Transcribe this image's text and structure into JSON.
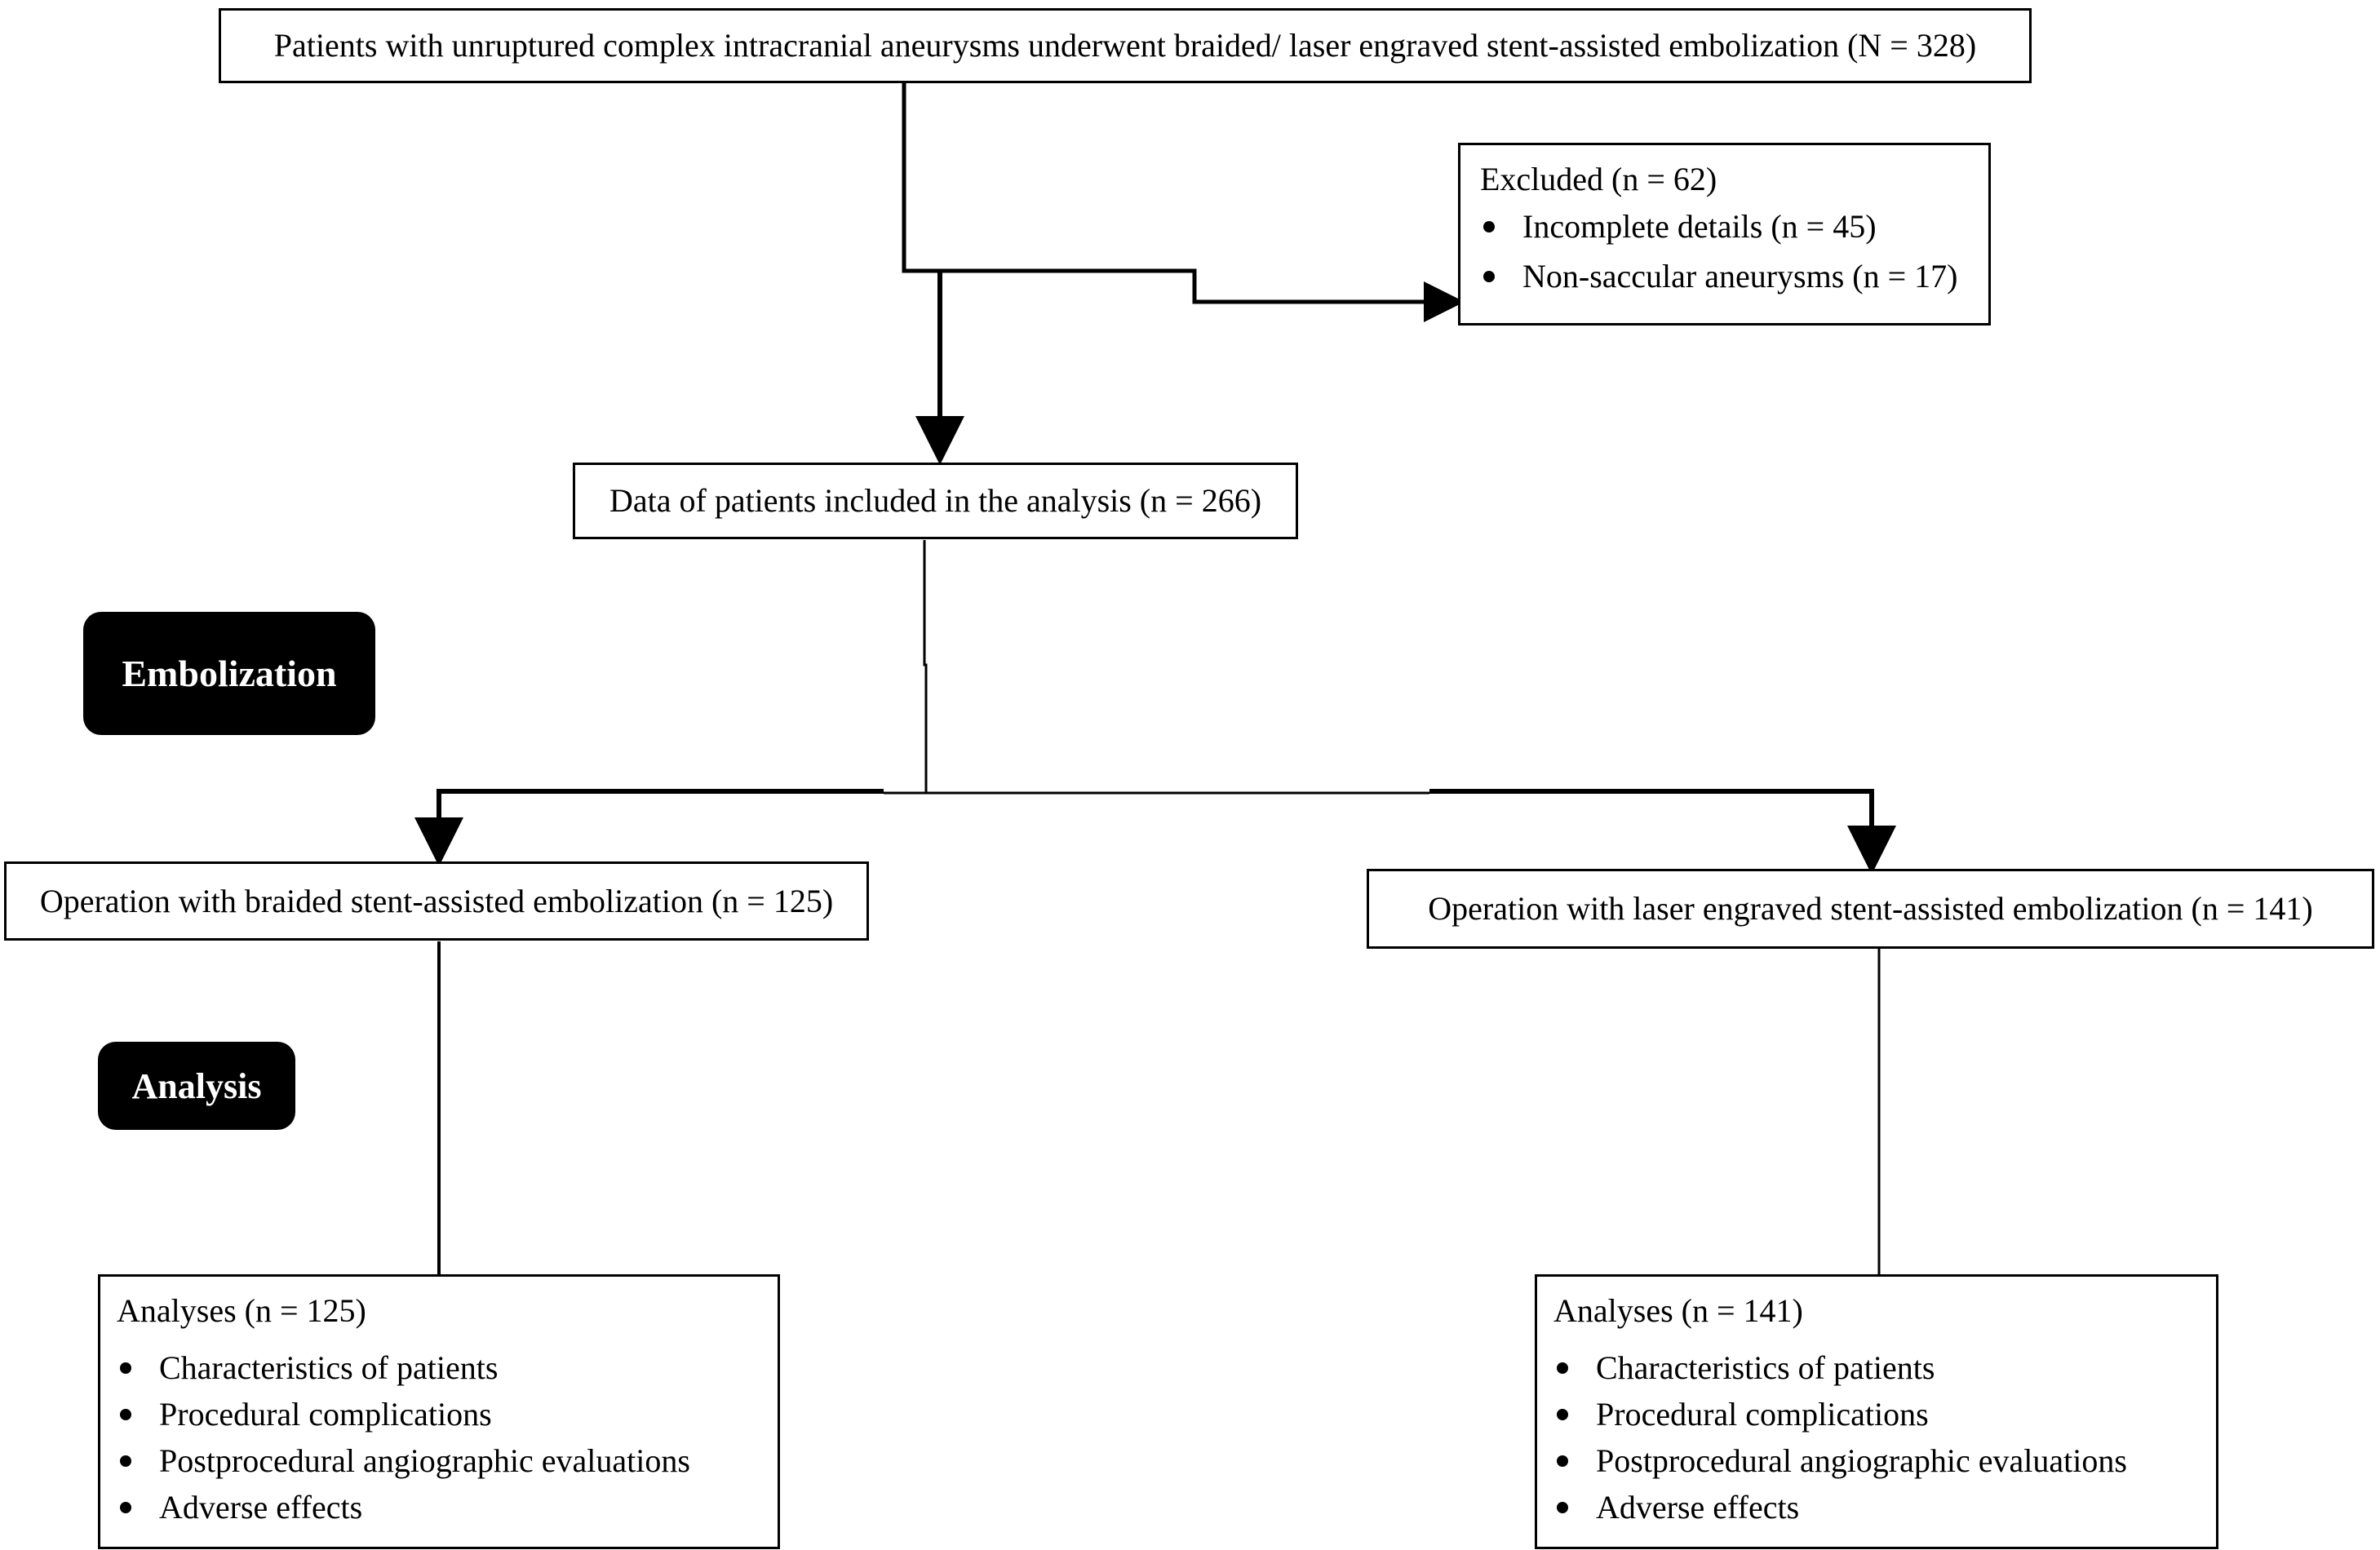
{
  "top": {
    "text": "Patients with unruptured complex intracranial aneurysms underwent braided/ laser engraved stent-assisted embolization (N = 328)"
  },
  "excluded": {
    "title": "Excluded (n = 62)",
    "items": [
      "Incomplete details (n = 45)",
      "Non-saccular aneurysms (n = 17)"
    ]
  },
  "included": {
    "text": "Data of patients included in the analysis (n = 266)"
  },
  "labels": {
    "embolization": "Embolization",
    "analysis": "Analysis"
  },
  "braided": {
    "text": "Operation with braided stent-assisted embolization (n = 125)"
  },
  "laser": {
    "text": "Operation with laser engraved stent-assisted embolization (n = 141)"
  },
  "analyses_left": {
    "title": "Analyses (n = 125)",
    "items": [
      "Characteristics of patients",
      "Procedural complications",
      "Postprocedural angiographic evaluations",
      "Adverse effects"
    ]
  },
  "analyses_right": {
    "title": "Analyses (n = 141)",
    "items": [
      "Characteristics of patients",
      "Procedural complications",
      "Postprocedural angiographic evaluations",
      "Adverse effects"
    ]
  }
}
